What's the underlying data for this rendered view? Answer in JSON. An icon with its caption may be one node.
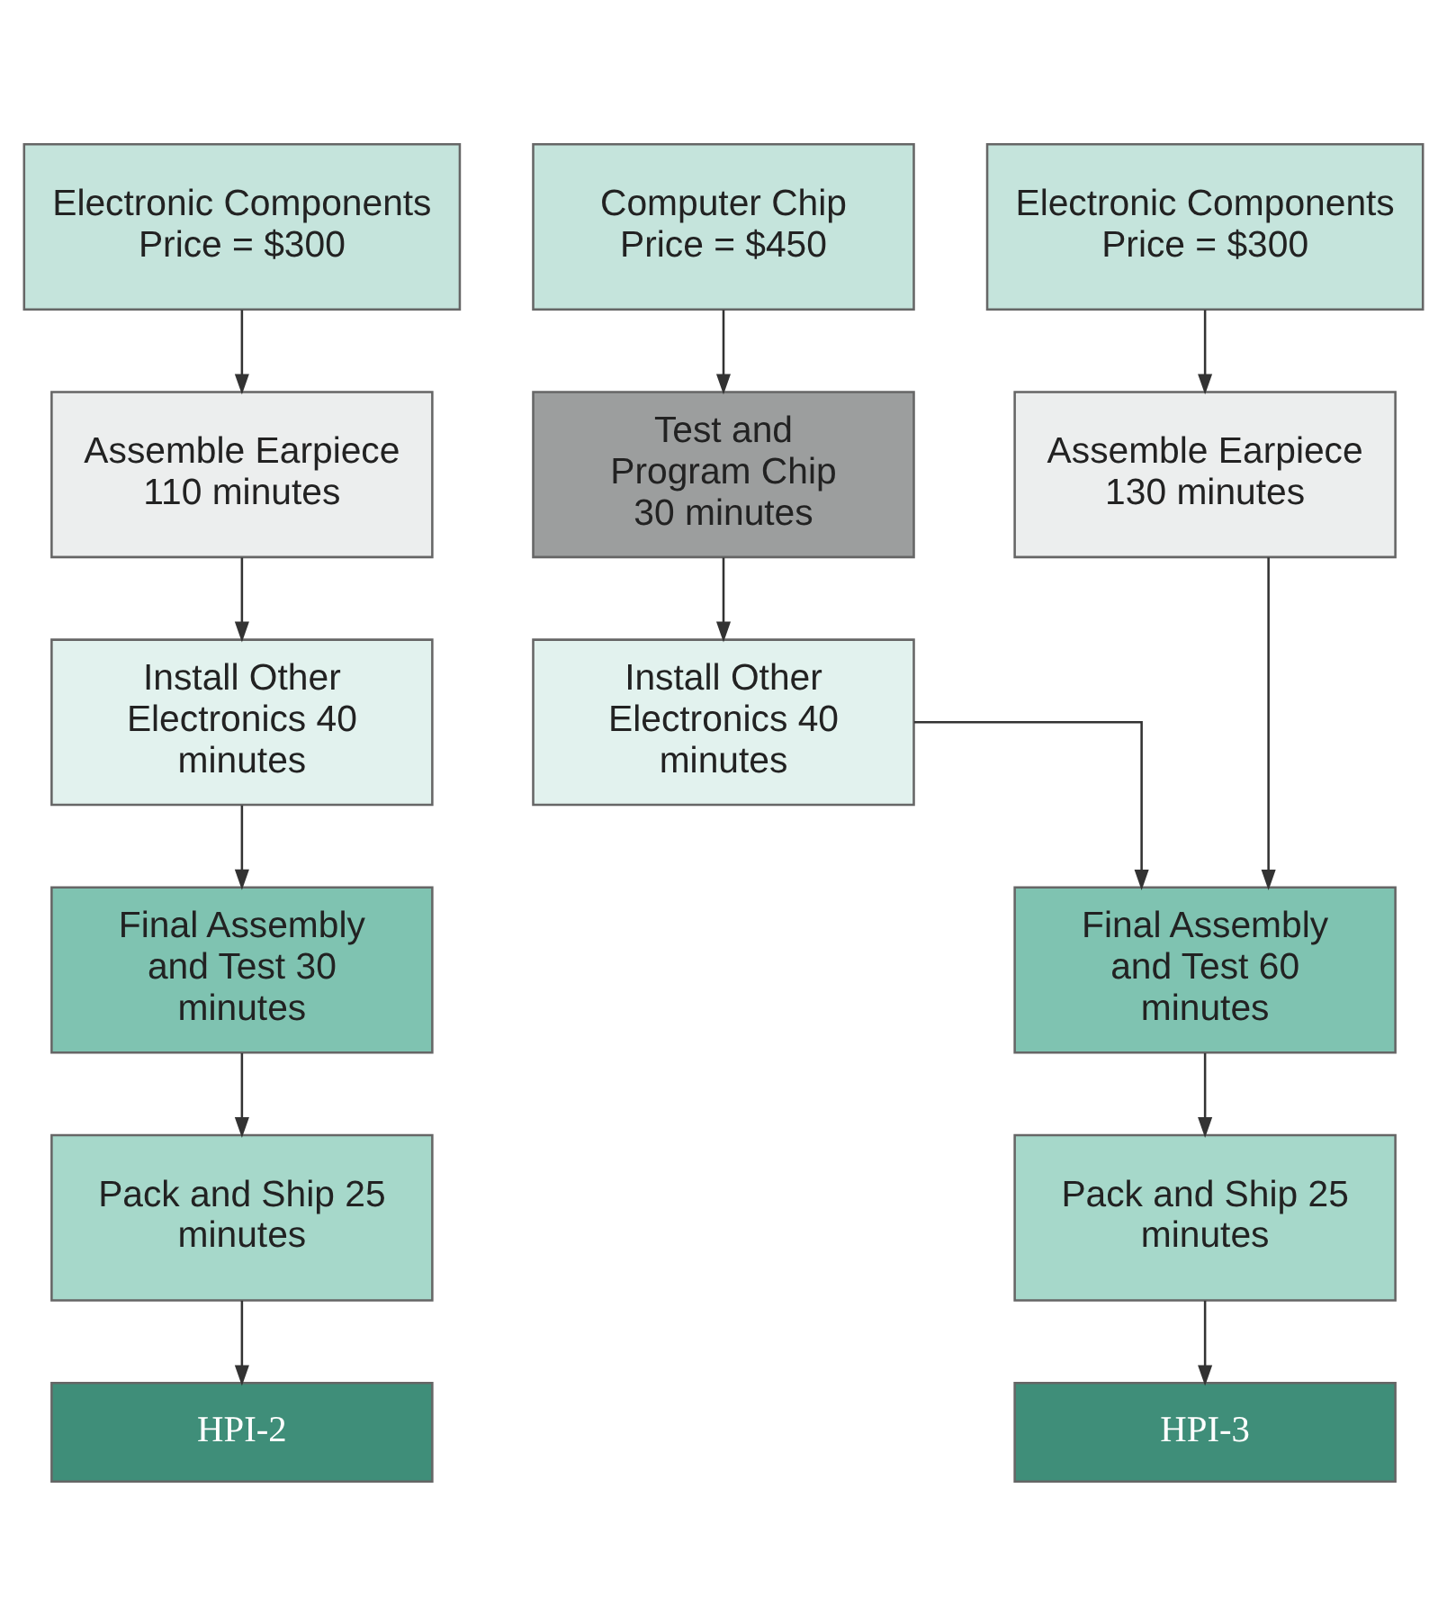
{
  "diagram": {
    "nodes": [
      {
        "text": [
          "Electronic Components Price = $300"
        ]
      },
      {
        "text": [
          "Computer Chip Price = $450"
        ]
      },
      {
        "text": [
          "Electronic Components Price = $300"
        ]
      },
      {
        "text": [
          "Assemble Earpiece 110 minutes"
        ]
      },
      {
        "text": [
          "Test and Program Chip 30 minutes"
        ]
      },
      {
        "text": [
          "Assemble Earpiece 130 minutes"
        ]
      },
      {
        "text": [
          "Install Other Electronics 40 minutes"
        ]
      },
      {
        "text": [
          "Install Other Electronics 40 minutes"
        ]
      },
      {
        "text": [
          "Final Assembly and Test 30 minutes"
        ]
      },
      {
        "text": [
          "Final Assembly and Test 60 minutes"
        ]
      },
      {
        "text": [
          "Pack and Ship 25 minutes"
        ]
      },
      {
        "text": [
          "Pack and Ship 25 minutes"
        ]
      },
      {
        "text": [
          "HPI-2"
        ]
      },
      {
        "text": [
          "HPI-3"
        ]
      }
    ],
    "edges": [
      {
        "from": 0,
        "to": 3,
        "arrow": "to"
      },
      {
        "from": 3,
        "to": 6,
        "arrow": "to"
      },
      {
        "from": 6,
        "to": 8,
        "arrow": "to"
      },
      {
        "from": 8,
        "to": 10,
        "arrow": "to"
      },
      {
        "from": 10,
        "to": 12,
        "arrow": "to"
      },
      {
        "from": 1,
        "to": 4,
        "arrow": "to"
      },
      {
        "from": 4,
        "to": 7,
        "arrow": "to"
      },
      {
        "from": 7,
        "to": 9,
        "arrow": "to"
      },
      {
        "from": 2,
        "to": 5,
        "arrow": "to"
      },
      {
        "from": 5,
        "to": 9,
        "arrow": "to"
      },
      {
        "from": 9,
        "to": 11,
        "arrow": "to"
      },
      {
        "from": 11,
        "to": 13,
        "arrow": "to"
      }
    ]
  }
}
